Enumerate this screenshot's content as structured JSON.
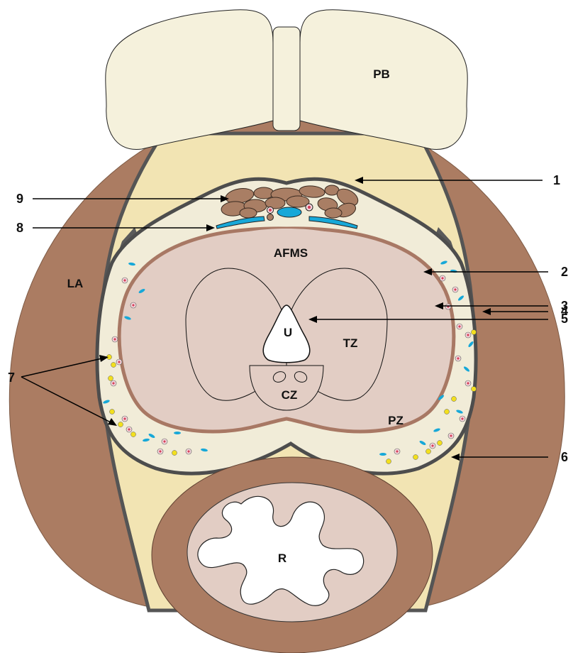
{
  "colors": {
    "muscle": "#ab7c62",
    "fat": "#f2e4b3",
    "pubic_bone": "#f5f1dc",
    "capsule": "#f1ecd8",
    "prostate": "#e2cdc4",
    "capsule_line": "#545454",
    "vessel_red": "#d5405b",
    "vessel_yellow": "#f2df1e",
    "vessel_blue": "#17a8d8",
    "lumen": "#ffffff"
  },
  "regions": {
    "pb": "PB",
    "la": "LA",
    "afms": "AFMS",
    "tz": "TZ",
    "u": "U",
    "cz": "CZ",
    "pz": "PZ",
    "r": "R"
  },
  "callouts": [
    "1",
    "2",
    "3",
    "4",
    "5",
    "6",
    "7",
    "8",
    "9"
  ]
}
